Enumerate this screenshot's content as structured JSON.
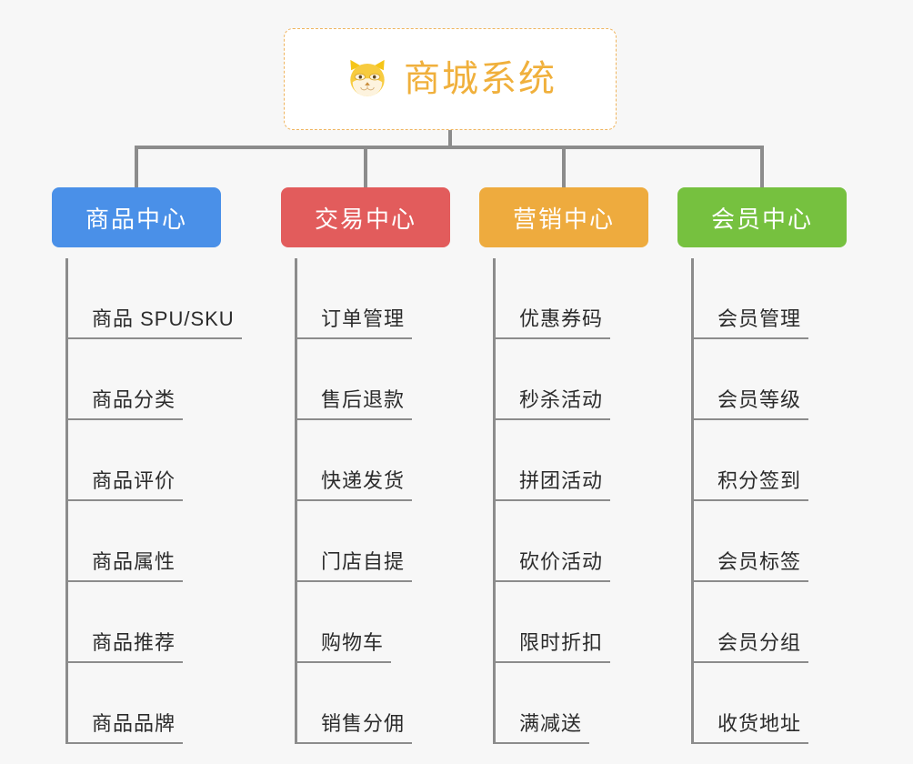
{
  "page": {
    "background_color": "#f7f7f7",
    "connector_color": "#8c8c8c"
  },
  "root": {
    "title": "商城系统",
    "title_color": "#f0b03c",
    "border_color": "#efb45e",
    "logo_icon": "shiba-dog-icon"
  },
  "columns": [
    {
      "label": "商品中心",
      "color": "#4a90e8",
      "items": [
        "商品 SPU/SKU",
        "商品分类",
        "商品评价",
        "商品属性",
        "商品推荐",
        "商品品牌"
      ]
    },
    {
      "label": "交易中心",
      "color": "#e25c5c",
      "items": [
        "订单管理",
        "售后退款",
        "快递发货",
        "门店自提",
        "购物车",
        "销售分佣"
      ]
    },
    {
      "label": "营销中心",
      "color": "#eeab3e",
      "items": [
        "优惠券码",
        "秒杀活动",
        "拼团活动",
        "砍价活动",
        "限时折扣",
        "满减送"
      ]
    },
    {
      "label": "会员中心",
      "color": "#76c13f",
      "items": [
        "会员管理",
        "会员等级",
        "积分签到",
        "会员标签",
        "会员分组",
        "收货地址"
      ]
    }
  ]
}
